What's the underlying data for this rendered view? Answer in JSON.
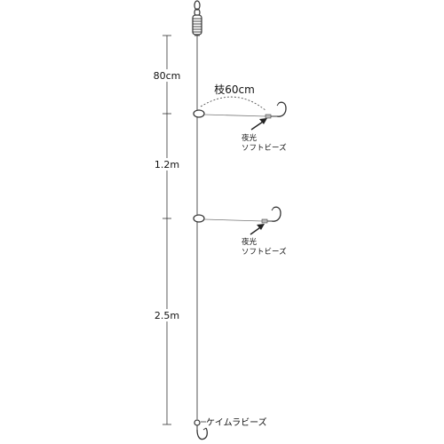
{
  "diagram": {
    "dimensions": {
      "top": "80cm",
      "middle": "1.2m",
      "bottom": "2.5m"
    },
    "branch_length": "枝60cm",
    "branches": [
      {
        "bead_line1": "夜光",
        "bead_line2": "ソフトビーズ"
      },
      {
        "bead_line1": "夜光",
        "bead_line2": "ソフトビーズ"
      }
    ],
    "bottom_bead": "ケイムラビーズ"
  }
}
